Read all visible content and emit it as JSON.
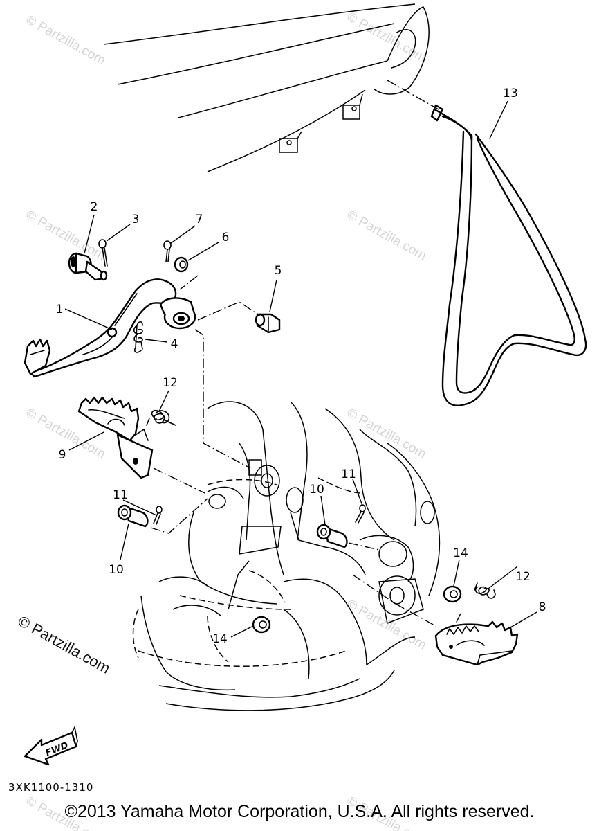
{
  "diagram": {
    "code": "3XK1100-1310",
    "fwd_label": "FWD",
    "copyright": "©2013  Yamaha Motor Corporation, U.S.A. All rights reserved.",
    "site_mark": "© Partzilla.com",
    "watermark_text": "© Partzilla.com",
    "part_numbers": [
      "1",
      "2",
      "3",
      "4",
      "5",
      "6",
      "7",
      "8",
      "9",
      "10",
      "10",
      "11",
      "11",
      "12",
      "12",
      "13",
      "14",
      "14"
    ]
  }
}
